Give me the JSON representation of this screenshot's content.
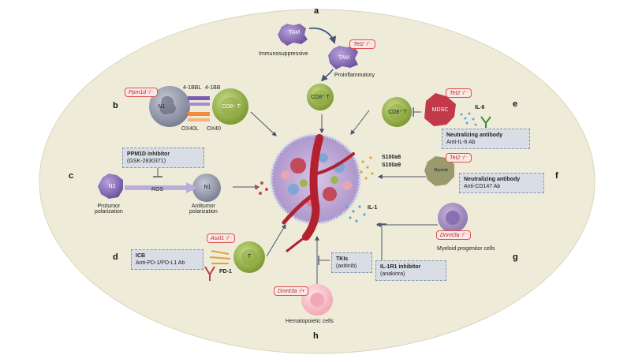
{
  "panels": {
    "a": "a",
    "b": "b",
    "c": "c",
    "d": "d",
    "e": "e",
    "f": "f",
    "g": "g",
    "h": "h"
  },
  "panel_a": {
    "tam_1": "TAM",
    "tam_2": "TAM",
    "gene": "Tet2⁻/⁻",
    "immunosuppressive": "Immunosuppressive",
    "proinflammatory": "Proinflammatory",
    "cd8": "CD8⁺ T"
  },
  "panel_b": {
    "gene": "Ppm1d⁻/⁻",
    "n1": "N1",
    "cd8": "CD8⁺ T",
    "l41bbl": "4-1BBL",
    "l41bb": "4-1BB",
    "ox40l": "OX40L",
    "ox40": "OX40"
  },
  "panel_c": {
    "n2": "N2",
    "ros": "ROS",
    "n1": "N1",
    "protumor": "Protumor\npolarization",
    "antitumor": "Antitumor\npolarization",
    "inhibitor_title": "PPM1D inhibitor",
    "inhibitor_drug": "(GSK-2830371)"
  },
  "panel_d": {
    "gene": "Asxl1⁻/⁻",
    "t": "T",
    "pd1": "PD-1",
    "icb_title": "ICB",
    "icb_drug": "Anti-PD-1/PD-L1 Ab"
  },
  "panel_e": {
    "gene": "Tet2⁻/⁻",
    "cd8": "CD8⁺ T",
    "mdsc": "MDSC",
    "il6": "IL-6",
    "ab_title": "Neutralizing antibody",
    "ab_drug": "Anti-IL-6 Ab"
  },
  "panel_f": {
    "gene": "Tet2⁻/⁻",
    "myeloid": "Myeloid",
    "s100a8": "S100a8",
    "s100a9": "S100a9",
    "ab_title": "Neutralizing antibody",
    "ab_drug": "Anti-CD147 Ab"
  },
  "panel_g": {
    "gene": "Dnmt3a⁻/⁻",
    "il1": "IL-1",
    "myeloid_prog": "Myeloid progenitor cells",
    "inhibitor_title": "IL-1R1 inhibitor",
    "inhibitor_drug": "(anakinra)"
  },
  "panel_h": {
    "gene": "Dnmt3a⁻/+",
    "hemato": "Hematopoietic cells",
    "tki_title": "TKIs",
    "tki_drug": "(axitinib)"
  },
  "colors": {
    "background_ellipse": "#eeecd9",
    "tam": "#8b6fb5",
    "tcell": "#9cb84a",
    "neutrophil": "#8a8ea0",
    "mdsc": "#c23a4a",
    "gene_border": "#d9534f",
    "box_fill": "#d9dde6"
  }
}
